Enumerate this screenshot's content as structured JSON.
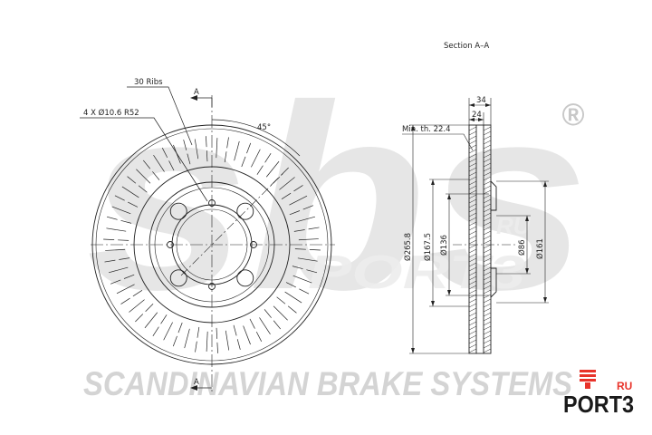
{
  "drawing": {
    "section_title": "Section A–A",
    "ribs_label": "30 Ribs",
    "holes_label": "4 X Ø10.6 R52",
    "angle_label": "45°",
    "section_marker_top": "A",
    "section_marker_bottom": "A",
    "min_thickness_label": "Min. th. 22.4",
    "dim_34": "34",
    "dim_24": "24",
    "dim_d265": "Ø265.8",
    "dim_d167": "Ø167.5",
    "dim_d136": "Ø136",
    "dim_d86": "Ø86",
    "dim_d161": "Ø161"
  },
  "watermark": {
    "logo_text": "sbs",
    "registered_mark": "®",
    "tagline": "SCANDINAVIAN BRAKE SYSTEMS",
    "port_text": "PORT3",
    "ru_text": "RU"
  },
  "brand_badge": {
    "name": "PORT3",
    "suffix": "RU",
    "accent_color": "#e8332a",
    "text_color": "#1a1a1a"
  }
}
